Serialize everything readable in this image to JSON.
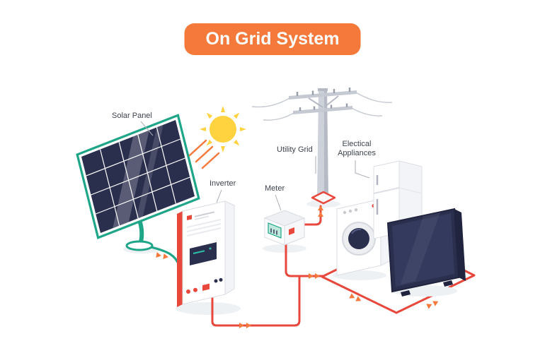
{
  "title": {
    "label": "On Grid System"
  },
  "labels": {
    "solar_panel": "Solar Panel",
    "inverter": "Inverter",
    "meter": "Meter",
    "utility_grid": "Utility Grid",
    "appliances_line1": "Electical",
    "appliances_line2": "Appliances"
  },
  "diagram": {
    "type": "isometric-energy-flow",
    "nodes": [
      {
        "id": "sun",
        "icon": "sun-icon"
      },
      {
        "id": "solar-panel",
        "label": "Solar Panel"
      },
      {
        "id": "inverter",
        "label": "Inverter"
      },
      {
        "id": "meter",
        "label": "Meter"
      },
      {
        "id": "utility-grid",
        "label": "Utility Grid"
      },
      {
        "id": "electrical-appliances",
        "label": "Electical Appliances",
        "appliances": [
          "washing-machine",
          "refrigerator",
          "television"
        ]
      }
    ],
    "flows": [
      {
        "from": "sun",
        "to": "solar-panel",
        "style": "rays",
        "color": "#f4793b"
      },
      {
        "from": "solar-panel",
        "to": "inverter",
        "wire_color": "#1fa588"
      },
      {
        "from": "inverter",
        "to": "meter",
        "wire_color": "#e8473c"
      },
      {
        "from": "meter",
        "to": "utility-grid",
        "wire_color": "#e8473c"
      },
      {
        "from": "meter",
        "to": "electrical-appliances",
        "wire_color": "#e8473c"
      }
    ]
  },
  "colors": {
    "badge_orange": "#f4793b",
    "wire_red": "#e8473c",
    "wire_teal": "#1fa588",
    "panel_navy": "#2b2f4e",
    "sun_yellow": "#ffd23f",
    "label_gray": "#3d434e"
  }
}
